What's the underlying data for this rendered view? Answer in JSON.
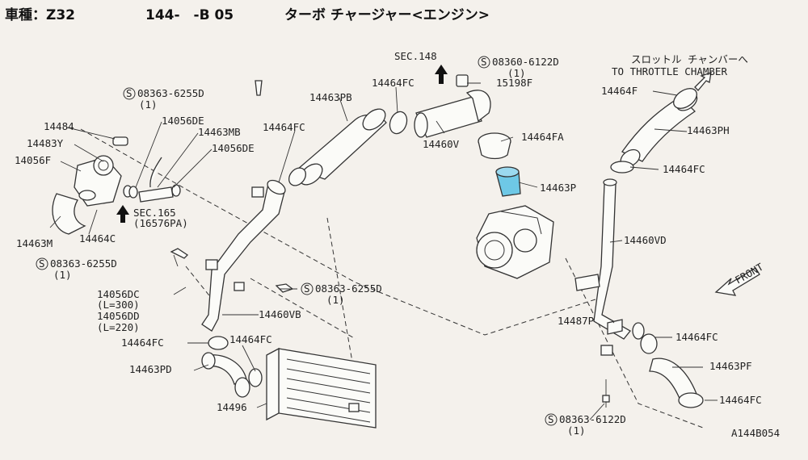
{
  "header": {
    "model": "車種：Z32",
    "code": "144-　-B 05",
    "title": "ターボ チャージャー<エンジン>"
  },
  "colors": {
    "highlight": "#6ec8e6",
    "ink": "#222222"
  },
  "labels": {
    "sec148": "SEC.148",
    "bolt_08360": "08360-6122D",
    "qty1_a": "(1)",
    "to_throttle_jp": "スロットル チャンバーへ",
    "to_throttle_en": "TO THROTTLE CHAMBER",
    "p14464FC_top": "14464FC",
    "p15198F": "15198F",
    "p14464F": "14464F",
    "bolt_08363_6255D_top": "08363-6255D",
    "qty1_b": "(1)",
    "p14463PB": "14463PB",
    "p14463PH": "14463PH",
    "p14484": "14484",
    "p14056DE_a": "14056DE",
    "p14463MB": "14463MB",
    "p14464FC_mid": "14464FC",
    "p14464FA": "14464FA",
    "p14483Y": "14483Y",
    "p14056DE_b": "14056DE",
    "p14460V": "14460V",
    "p14056F": "14056F",
    "p14464FC_right": "14464FC",
    "p14463P": "14463P",
    "sec165": "SEC.165",
    "sec165_sub": "(16576PA)",
    "p14463M": "14463M",
    "p14464C": "14464C",
    "p14460VD": "14460VD",
    "bolt_08363_6255D_left": "08363-6255D",
    "qty1_c": "(1)",
    "front": "FRONT",
    "p14056DC": "14056DC",
    "len300": "(L=300)",
    "p14056DD": "14056DD",
    "len220": "(L=220)",
    "bolt_08363_6255D_mid": "08363-6255D",
    "qty1_d": "(1)",
    "p14460VB": "14460VB",
    "p14487P": "14487P",
    "p14464FC_lowA": "14464FC",
    "p14464FC_lowB": "14464FC",
    "p14464FC_lowR": "14464FC",
    "p14463PD": "14463PD",
    "p14463PF": "14463PF",
    "p14464FC_botR": "14464FC",
    "p14496": "14496",
    "bolt_08363_6122D": "08363-6122D",
    "qty1_e": "(1)",
    "fig_code": "A144B054"
  }
}
